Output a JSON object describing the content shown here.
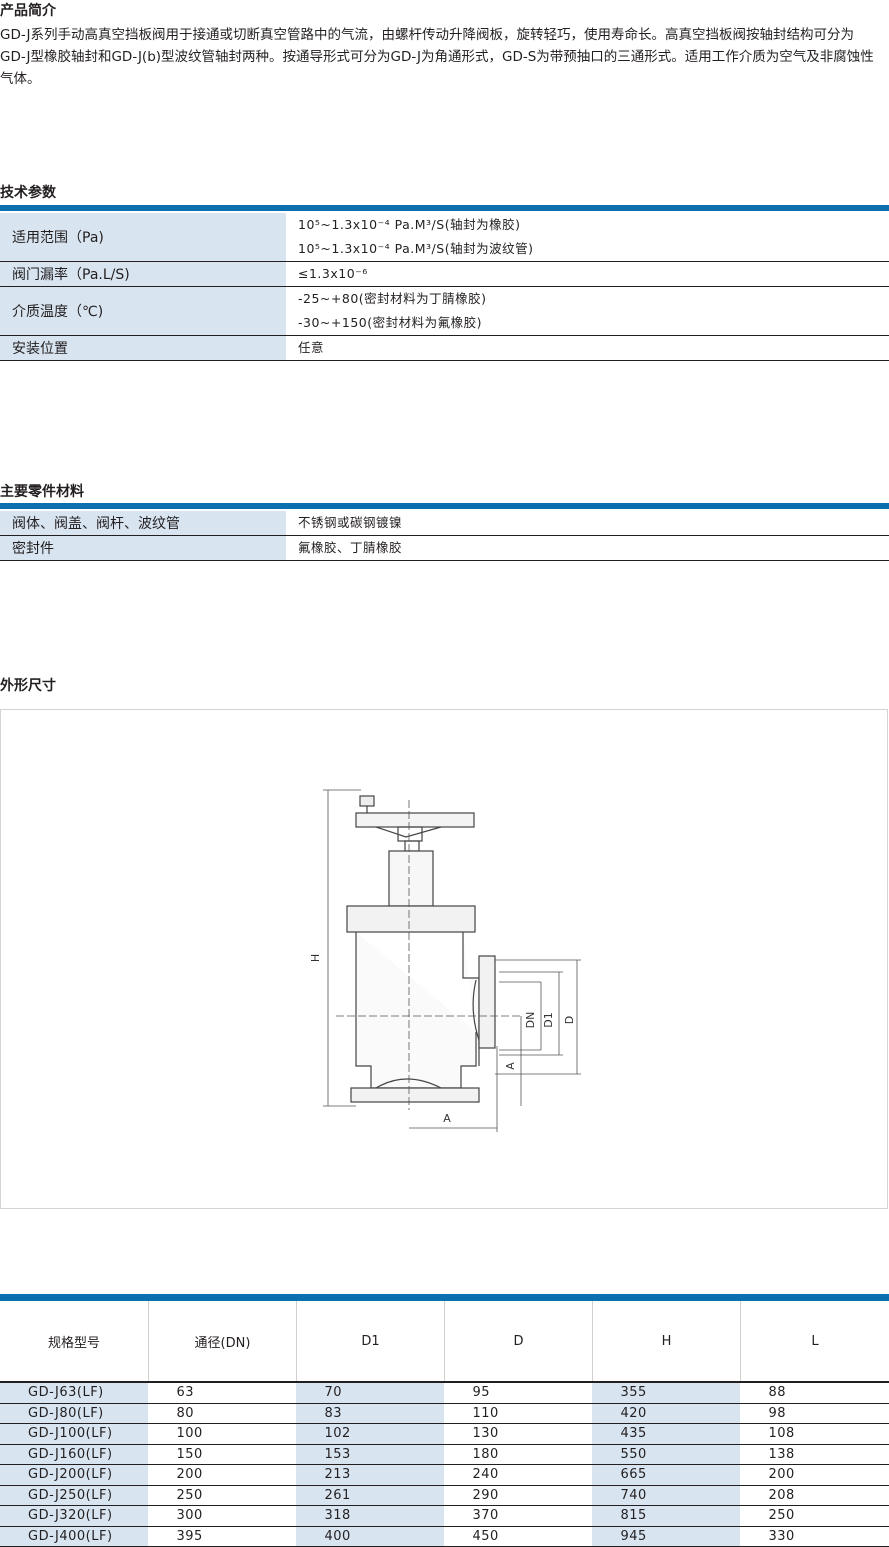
{
  "intro": {
    "title": "产品简介",
    "text": "GD-J系列手动高真空挡板阀用于接通或切断真空管路中的气流，由螺杆传动升降阀板，旋转轻巧，使用寿命长。高真空挡板阀按轴封结构可分为GD-J型橡胶轴封和GD-J(b)型波纹管轴封两种。按通导形式可分为GD-J为角通形式，GD-S为带预抽口的三通形式。适用工作介质为空气及非腐蚀性气体。"
  },
  "tech": {
    "title": "技术参数",
    "rows": [
      {
        "label": "适用范围（Pa)",
        "lines": [
          "10⁵~1.3x10⁻⁴  Pa.M³/S(轴封为橡胶)",
          "10⁵~1.3x10⁻⁴  Pa.M³/S(轴封为波纹管)"
        ]
      },
      {
        "label": "阀门漏率（Pa.L/S)",
        "lines": [
          "≤1.3x10⁻⁶"
        ]
      },
      {
        "label": "介质温度（℃)",
        "lines": [
          "-25~+80(密封材料为丁腈橡胶)",
          "-30~+150(密封材料为氟橡胶)"
        ]
      },
      {
        "label": "安装位置",
        "lines": [
          "任意"
        ]
      }
    ]
  },
  "materials": {
    "title": "主要零件材料",
    "rows": [
      {
        "label": "阀体、阀盖、阀杆、波纹管",
        "value": "不锈钢或碳钢镀镍"
      },
      {
        "label": "密封件",
        "value": "氟橡胶、丁腈橡胶"
      }
    ]
  },
  "outline": {
    "title": "外形尺寸",
    "figure_labels": {
      "H": "H",
      "DN": "DN",
      "D1": "D1",
      "D": "D",
      "A_side": "A",
      "A_bottom": "A"
    }
  },
  "dimensions": {
    "headers": [
      "规格型号",
      "通径(DN)",
      "D1",
      "D",
      "H",
      "L"
    ],
    "rows": [
      [
        "GD-J63(LF)",
        "63",
        "70",
        "95",
        "355",
        "88"
      ],
      [
        "GD-J80(LF)",
        "80",
        "83",
        "110",
        "420",
        "98"
      ],
      [
        "GD-J100(LF)",
        "100",
        "102",
        "130",
        "435",
        "108"
      ],
      [
        "GD-J160(LF)",
        "150",
        "153",
        "180",
        "550",
        "138"
      ],
      [
        "GD-J200(LF)",
        "200",
        "213",
        "240",
        "665",
        "200"
      ],
      [
        "GD-J250(LF)",
        "250",
        "261",
        "290",
        "740",
        "208"
      ],
      [
        "GD-J320(LF)",
        "300",
        "318",
        "370",
        "815",
        "250"
      ],
      [
        "GD-J400(LF)",
        "395",
        "400",
        "450",
        "945",
        "330"
      ]
    ]
  },
  "colors": {
    "accent_bar": "#0b6fb0",
    "label_bg": "#d8e5f1",
    "text": "#231f20"
  }
}
